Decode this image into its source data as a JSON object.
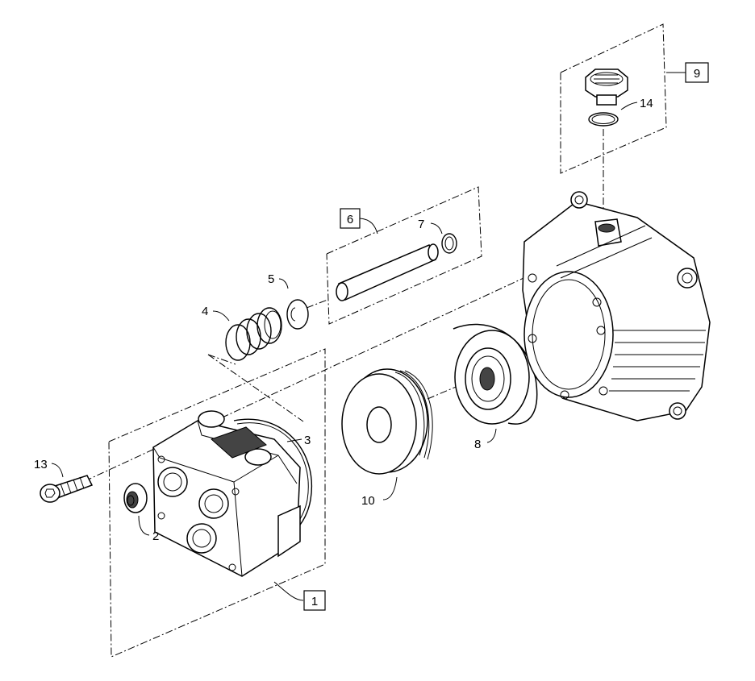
{
  "callouts": {
    "c1": "1",
    "c2": "2",
    "c3": "3",
    "c4": "4",
    "c5": "5",
    "c6": "6",
    "c7": "7",
    "c8": "8",
    "c9": "9",
    "c10": "10",
    "c13": "13",
    "c14": "14"
  }
}
